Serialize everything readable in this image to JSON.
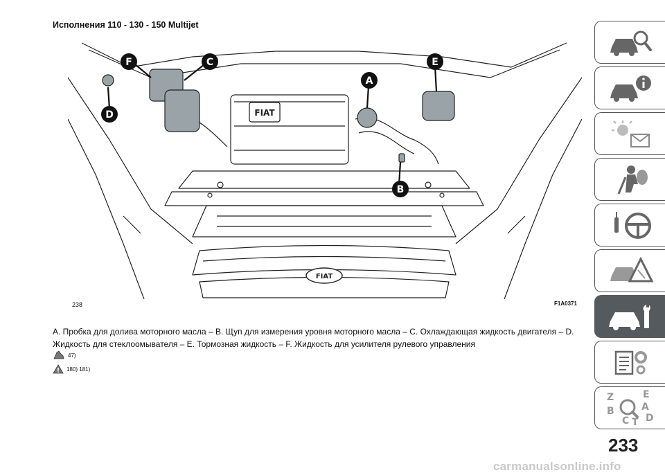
{
  "heading": "Исполнения 110 - 130 - 150 Multijet",
  "figure": {
    "number": "238",
    "code": "F1A0371",
    "callouts": [
      "F",
      "C",
      "A",
      "E",
      "D",
      "B"
    ],
    "emblems": [
      "FIAT",
      "FIAT"
    ]
  },
  "caption": "A. Пробка для долива моторного масла – B. Щуп для измерения уровня моторного масла – C. Охлаждающая жидкость двигателя – D. Жидкость для стеклоомывателя – E. Тормозная жидкость – F. Жидкость для усилителя рулевого управления",
  "notes": {
    "caution_ref": "47)",
    "warning_refs": "180) 181)"
  },
  "tabs": {
    "items": [
      {
        "icon": "car-search-icon",
        "active": false
      },
      {
        "icon": "car-info-icon",
        "active": false
      },
      {
        "icon": "warning-light-message-icon",
        "active": false
      },
      {
        "icon": "airbag-seat-icon",
        "active": false
      },
      {
        "icon": "steering-wheel-icon",
        "active": false
      },
      {
        "icon": "car-emergency-icon",
        "active": false
      },
      {
        "icon": "car-maintenance-icon",
        "active": true
      },
      {
        "icon": "technical-data-icon",
        "active": false
      },
      {
        "icon": "alphabetical-index-icon",
        "active": false
      }
    ],
    "index_letters": [
      "Z",
      "E",
      "A",
      "B",
      "D",
      "C",
      "T"
    ]
  },
  "page_number": "233",
  "watermark": "carmanualsonline.info",
  "colors": {
    "tab_active": "#555a5e",
    "reservoir": "#9aa3a8"
  }
}
